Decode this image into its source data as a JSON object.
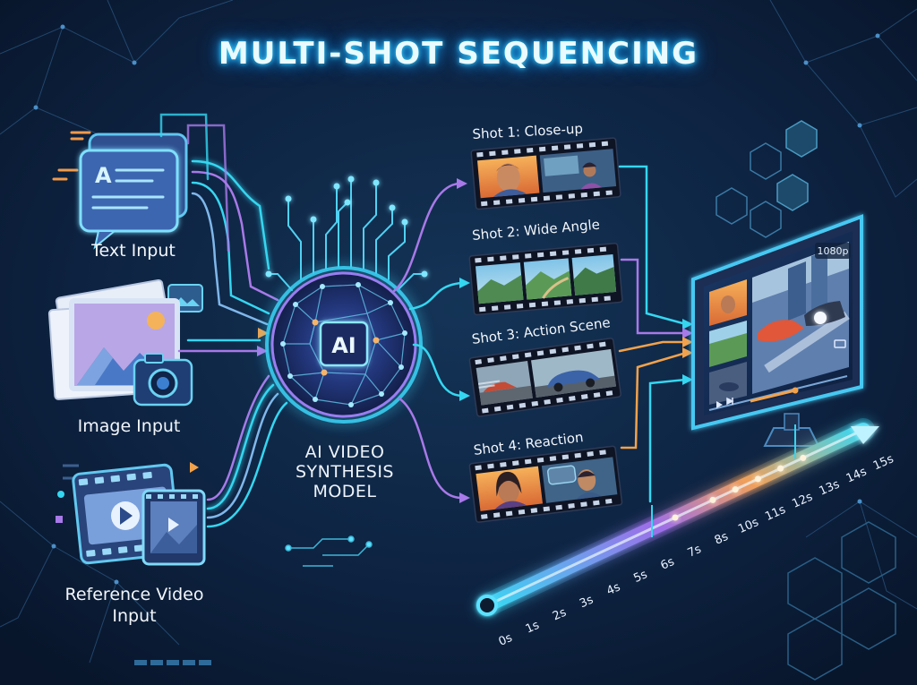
{
  "title": "MULTI-SHOT SEQUENCING",
  "inputs": [
    {
      "label": "Text Input",
      "icon": "text-chat-icon"
    },
    {
      "label": "Image Input",
      "icon": "image-camera-icon"
    },
    {
      "label": "Reference Video Input",
      "icon": "video-clapper-icon"
    }
  ],
  "model": {
    "badge": "AI",
    "label_lines": [
      "AI VIDEO",
      "SYNTHESIS",
      "MODEL"
    ]
  },
  "shots": [
    {
      "label": "Shot 1: Close-up"
    },
    {
      "label": "Shot 2: Wide Angle"
    },
    {
      "label": "Shot 3: Action Scene"
    },
    {
      "label": "Shot 4: Reaction"
    }
  ],
  "monitor": {
    "resolution": "1080p"
  },
  "timeline": {
    "ticks": [
      "0s",
      "1s",
      "2s",
      "3s",
      "4s",
      "5s",
      "6s",
      "7s",
      "8s",
      "10s",
      "11s",
      "12s",
      "13s",
      "14s",
      "15s"
    ]
  },
  "colors": {
    "background": "#0b1a2e",
    "cyan": "#35d6f0",
    "purple": "#a879e8",
    "orange": "#f3a24b"
  }
}
